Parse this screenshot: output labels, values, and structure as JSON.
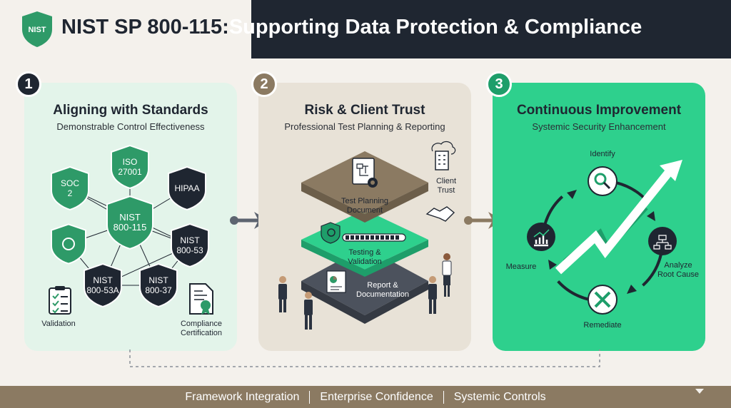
{
  "header": {
    "logo_text": "NIST",
    "title_part1": "NIST SP 800-115: ",
    "title_part2": "Supporting Data Protection & Compliance"
  },
  "panels": [
    {
      "number": "1",
      "title": "Aligning with Standards",
      "subtitle": "Demonstrable Control Effectiveness",
      "shields": [
        "SOC\n2",
        "ISO\n27001",
        "HIPAA",
        "NIST\n800-115",
        "NIST\n800-53",
        "NIST\n800-53A",
        "NIST\n800-37"
      ],
      "labels": {
        "validation": "Validation",
        "compliance": "Compliance\nCertification"
      }
    },
    {
      "number": "2",
      "title": "Risk & Client Trust",
      "subtitle": "Professional Test Planning & Reporting",
      "layers": [
        "Test Planning\nDocument",
        "Testing &\nValidation",
        "Report &\nDocumentation"
      ],
      "labels": {
        "client_trust": "Client\nTrust"
      }
    },
    {
      "number": "3",
      "title": "Continuous Improvement",
      "subtitle": "Systemic Security Enhancement",
      "cycle": [
        "Identify",
        "Analyze\nRoot Cause",
        "Remediate",
        "Measure"
      ]
    }
  ],
  "footer": {
    "items": [
      "Framework Integration",
      "Enterprise Confidence",
      "Systemic Controls"
    ]
  },
  "colors": {
    "dark": "#1f2631",
    "green": "#2e9a68",
    "mint": "#2ed08d",
    "tan": "#8b7a62",
    "gray": "#5d6470"
  }
}
